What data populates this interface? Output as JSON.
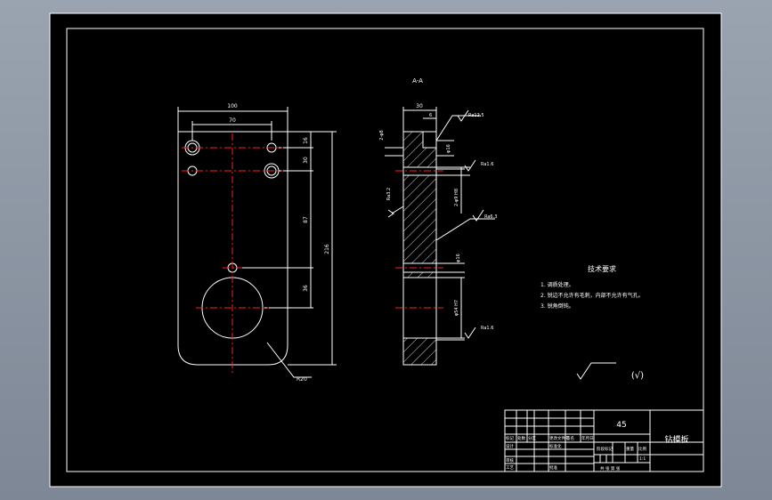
{
  "section_label": "A-A",
  "dims_front": {
    "overall_width": "100",
    "hole_spacing": "70",
    "d1": "16",
    "d2": "30",
    "d3": "87",
    "d4": "36",
    "height": "216",
    "corner_radius": "R20"
  },
  "dims_section": {
    "thickness": "30",
    "small": "6",
    "left_top": "2-φ8",
    "c1": "φ16",
    "c2": "2-φ9 H8",
    "c3": "φ16",
    "c4": "φ54 H7",
    "c5": "Ra3.2"
  },
  "roughness": {
    "r1": "Ra12.5",
    "r2": "Ra1.6",
    "r3": "Ra6.3",
    "r4": "Ra1.6"
  },
  "tech_req": {
    "title": "技术要求",
    "items": [
      "1. 调质处理。",
      "2. 锐边不允许有毛刺，内部不允许有气孔。",
      "3. 锐角倒钝。"
    ]
  },
  "other_symbol": "(√)",
  "title_block": {
    "material": "45",
    "part_name": "钻模板",
    "row_labels": [
      "标记",
      "处数",
      "分区",
      "更改文件号",
      "签名",
      "年月日"
    ],
    "design": "设计",
    "standard": "标准化",
    "check": "审核",
    "process": "工艺",
    "approve": "批准",
    "stage_mark": "阶段标记",
    "weight": "重量",
    "scale": "比例",
    "scale_value": "1:1",
    "sheets": "共 张 第 张"
  },
  "colors": {
    "background": "#000000",
    "line": "#ffffff",
    "center": "#ff2020",
    "frame_outer": "#8a93a0"
  }
}
